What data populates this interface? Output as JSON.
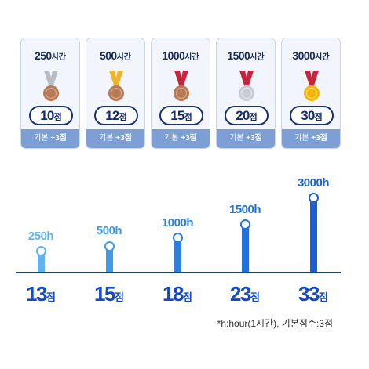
{
  "medal_cards": [
    {
      "hours": "250",
      "hours_unit": "시간",
      "score": "10",
      "score_unit": "점",
      "base_label": "기본",
      "bonus": "+3점",
      "medal_color": "#b87a55",
      "ribbon_color": "#b8bcc4"
    },
    {
      "hours": "500",
      "hours_unit": "시간",
      "score": "12",
      "score_unit": "점",
      "base_label": "기본",
      "bonus": "+3점",
      "medal_color": "#b87a55",
      "ribbon_color": "#f0b429"
    },
    {
      "hours": "1000",
      "hours_unit": "시간",
      "score": "15",
      "score_unit": "점",
      "base_label": "기본",
      "bonus": "+3점",
      "medal_color": "#b87a55",
      "ribbon_color": "#c8233a"
    },
    {
      "hours": "1500",
      "hours_unit": "시간",
      "score": "20",
      "score_unit": "점",
      "base_label": "기본",
      "bonus": "+3점",
      "medal_color": "#c9cdd3",
      "ribbon_color": "#c8233a"
    },
    {
      "hours": "3000",
      "hours_unit": "시간",
      "score": "30",
      "score_unit": "점",
      "base_label": "기본",
      "bonus": "+3점",
      "medal_color": "#f2b705",
      "ribbon_color": "#c8233a"
    }
  ],
  "chart_data": {
    "type": "bar",
    "categories": [
      "250h",
      "500h",
      "1000h",
      "1500h",
      "3000h"
    ],
    "values": [
      13,
      15,
      18,
      23,
      33
    ],
    "value_unit": "점",
    "bar_colors": [
      "#5fb3ee",
      "#3d9be8",
      "#2d7fe0",
      "#2170dc",
      "#1a5fd6"
    ],
    "ylim": [
      0,
      35
    ]
  },
  "footnote": "*h:hour(1시간), 기본점수:3점"
}
